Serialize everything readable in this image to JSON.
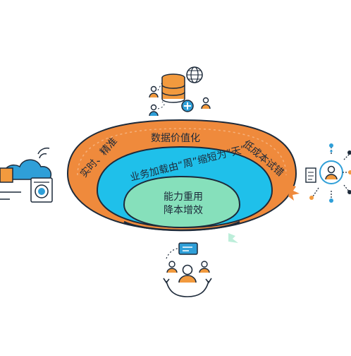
{
  "diagram": {
    "layers": {
      "outer": {
        "top_label": "数据价值化",
        "left_label": "实时、精准",
        "right_label": "低成本试错"
      },
      "middle": {
        "label": "业务加载由“周”缩短为“天”"
      },
      "inner": {
        "line1": "能力重用",
        "line2": "降本增效"
      }
    },
    "colors": {
      "outer": "#ef8a3c",
      "middle": "#1fc0ea",
      "inner": "#86e0bb",
      "stroke": "#1d2a3a",
      "accent": "#2f9fd8",
      "orange_accent": "#f29a3e"
    },
    "icons": [
      "database-globe-icon",
      "cloud-appliance-icon",
      "network-people-icon",
      "team-collaboration-icon"
    ]
  }
}
